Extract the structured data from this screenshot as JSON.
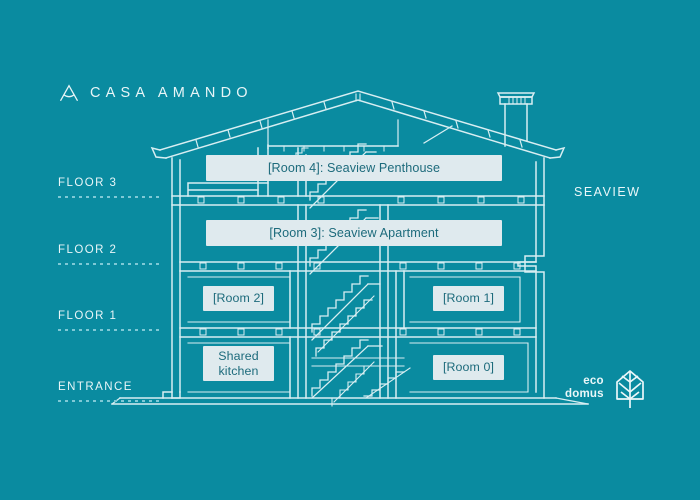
{
  "brand": {
    "name": "CASA AMANDO",
    "mark_icon": "letter-a-arch-icon"
  },
  "colors": {
    "background": "#0a8ba0",
    "line": "#d8eef2",
    "label_box": "#dfeaee",
    "label_text": "#1d6b7c",
    "dotted_rule": "#7fc9d6"
  },
  "floors": [
    {
      "label": "FLOOR 3"
    },
    {
      "label": "FLOOR 2"
    },
    {
      "label": "FLOOR 1"
    },
    {
      "label": "ENTRANCE"
    }
  ],
  "orientation": {
    "seaview_label": "SEAVIEW"
  },
  "rooms": [
    {
      "id": "room-4",
      "label": "[Room 4]: Seaview Penthouse"
    },
    {
      "id": "room-3",
      "label": "[Room 3]: Seaview Apartment"
    },
    {
      "id": "room-2",
      "label": "[Room 2]"
    },
    {
      "id": "room-1",
      "label": "[Room 1]"
    },
    {
      "id": "shared-kitchen",
      "label": "Shared\nkitchen"
    },
    {
      "id": "room-0",
      "label": "[Room 0]"
    }
  ],
  "footer_logo": {
    "line1": "eco",
    "line2": "domus",
    "icon": "leaf-tree-icon"
  },
  "illustration": {
    "type": "building-cross-section",
    "features": [
      "gable-roof",
      "chimney",
      "rafters",
      "floor-slabs",
      "switchback-staircase",
      "ground-line"
    ]
  }
}
